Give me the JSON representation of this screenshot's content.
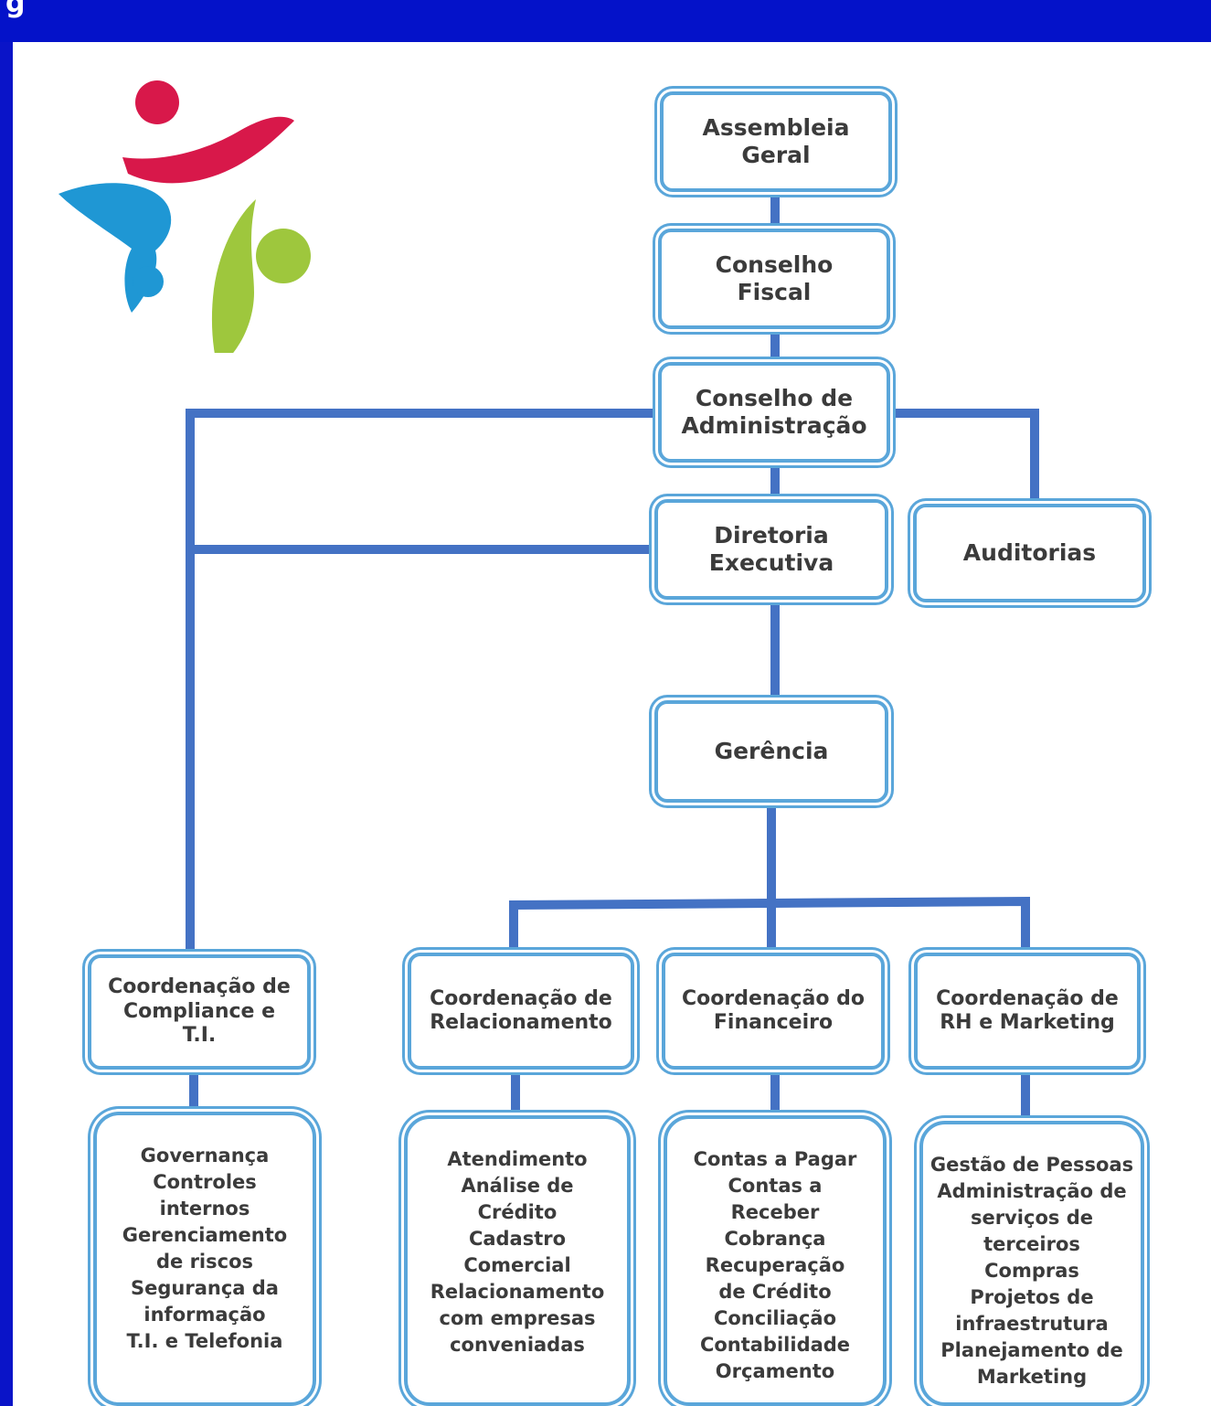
{
  "header": {
    "title_fragment": "g"
  },
  "colors": {
    "background_blue": "#0a14c8",
    "connector": "#4472c4",
    "box_border": "#5aa6da",
    "logo_red": "#d8184a",
    "logo_blue": "#1f97d4",
    "logo_green": "#9ec73d"
  },
  "logo": {
    "icon": "three-figures-logo-icon"
  },
  "org": {
    "assembleia": "Assembleia\nGeral",
    "conselho_fiscal": "Conselho\nFiscal",
    "conselho_adm": "Conselho de\nAdministração",
    "diretoria": "Diretoria\nExecutiva",
    "auditorias": "Auditorias",
    "gerencia": "Gerência",
    "coord_compliance": "Coordenação de\nCompliance e\nT.I.",
    "coord_relacionamento": "Coordenação de\nRelacionamento",
    "coord_financeiro": "Coordenação do\nFinanceiro",
    "coord_rh": "Coordenação de\nRH e Marketing",
    "list_compliance": "Governança\nControles\ninternos\nGerenciamento\nde riscos\nSegurança da\ninformação\nT.I. e Telefonia",
    "list_relacionamento": "Atendimento\nAnálise de\nCrédito\nCadastro\nComercial\nRelacionamento\ncom empresas\nconveniadas",
    "list_financeiro": "Contas a Pagar\nContas a\nReceber\nCobrança\nRecuperação\nde Crédito\nConciliação\nContabilidade\nOrçamento",
    "list_rh": "Gestão de Pessoas\nAdministração de\nserviços de\nterceiros\nCompras\nProjetos de\ninfraestrutura\nPlanejamento de\nMarketing"
  }
}
